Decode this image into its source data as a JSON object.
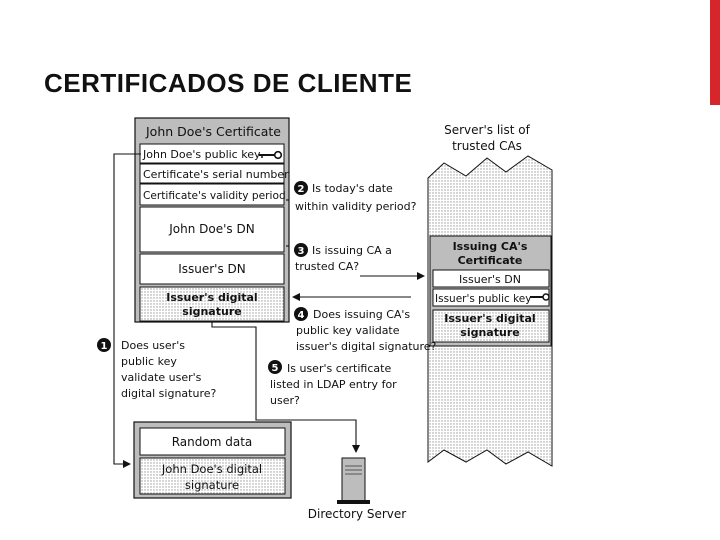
{
  "slide": {
    "title": "CERTIFICADOS DE CLIENTE",
    "accent_color": "#d6262b"
  },
  "cert": {
    "title": "John Doe's Certificate",
    "public_key": "John Doe's public key",
    "serial": "Certificate's serial number",
    "validity": "Certificate's validity period",
    "dn": "John Doe's DN",
    "issuer_dn": "Issuer's DN",
    "issuer_sig_1": "Issuer's digital",
    "issuer_sig_2": "signature"
  },
  "server_list": {
    "title_1": "Server's list of",
    "title_2": "trusted CAs"
  },
  "issuer_cert": {
    "title_1": "Issuing CA's",
    "title_2": "Certificate",
    "dn": "Issuer's DN",
    "public_key": "Issuer's public key",
    "sig_1": "Issuer's digital",
    "sig_2": "signature"
  },
  "steps": [
    {
      "num": "1",
      "lines": [
        "Does user's",
        "public key",
        "validate user's",
        "digital signature?"
      ]
    },
    {
      "num": "2",
      "lines": [
        "Is today's date",
        "within validity period?"
      ]
    },
    {
      "num": "3",
      "lines": [
        "Is issuing CA a",
        "trusted CA?"
      ]
    },
    {
      "num": "4",
      "lines": [
        "Does issuing CA's",
        "public key validate",
        "issuer's digital signature?"
      ]
    },
    {
      "num": "5",
      "lines": [
        "Is user's certificate",
        "listed in LDAP entry for",
        "user?"
      ]
    }
  ],
  "signed": {
    "random": "Random data",
    "sig_1": "John Doe's digital",
    "sig_2": "signature"
  },
  "server": {
    "label": "Directory Server",
    "icon": "server-tower-icon"
  }
}
